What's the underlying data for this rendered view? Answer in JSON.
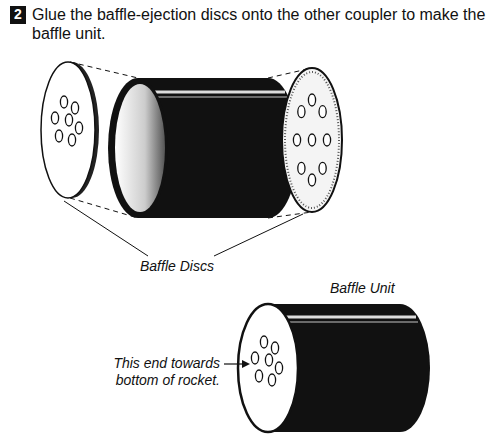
{
  "diagram": {
    "nodes": [
      {
        "text": [
          "2"
        ]
      }
    ],
    "labels": [
      "Glue the baffle-ejection discs onto the other coupler to make the baffle unit.",
      "Baffle Discs",
      "Baffle Unit",
      "This end towards bottom of rocket."
    ]
  }
}
